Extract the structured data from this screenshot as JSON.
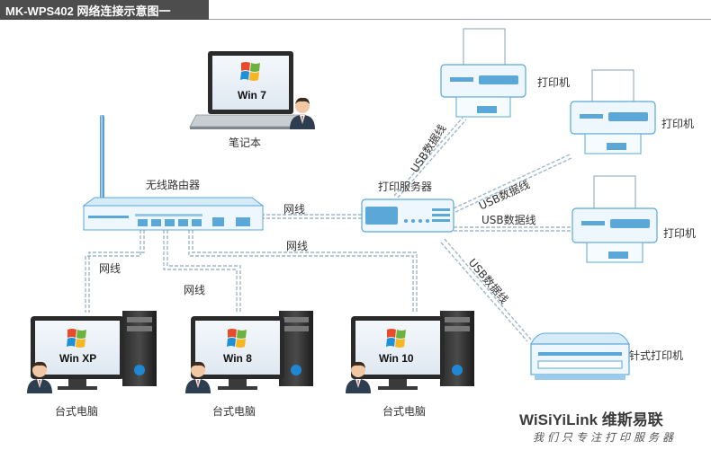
{
  "header": {
    "title": "MK-WPS402 网络连接示意图一"
  },
  "labels": {
    "laptop": "笔记本",
    "router": "无线路由器",
    "print_server": "打印服务器",
    "printer_1": "打印机",
    "printer_2": "打印机",
    "printer_3": "打印机",
    "dot_matrix": "针式打印机",
    "desktop_1": "台式电脑",
    "desktop_2": "台式电脑",
    "desktop_3": "台式电脑"
  },
  "links": {
    "router_server": "网线",
    "router_win10": "网线",
    "router_winxp": "网线",
    "router_win8": "网线",
    "usb_1": "USB数据线",
    "usb_2": "USB数据线",
    "usb_3": "USB数据线",
    "usb_4": "USB数据线"
  },
  "os": {
    "laptop": "Win 7",
    "desktop_1": "Win XP",
    "desktop_2": "Win 8",
    "desktop_3": "Win 10"
  },
  "brand": {
    "name": "WiSiYiLink 维斯易联",
    "slogan": "我们只专注打印服务器"
  },
  "colors": {
    "header_bg": "#4d4d4d",
    "cable": "#9fb7c9",
    "device_blue": "#5aa7d8",
    "accent": "#2e86c1"
  }
}
